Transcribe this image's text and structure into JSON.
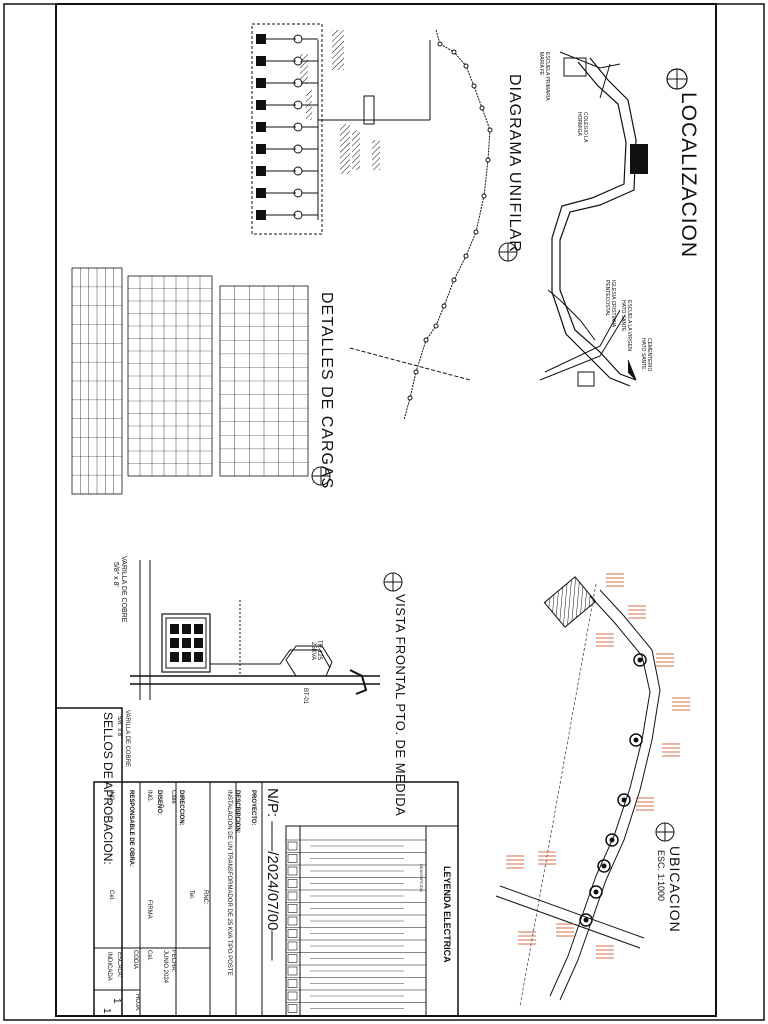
{
  "sections": {
    "localizacion": "LOCALIZACION",
    "diagrama_unifilar": "DIAGRAMA UNIFILAR",
    "detalles_cargas": "DETALLES DE CARGAS",
    "vista_frontal": "VISTA FRONTAL PTO. DE MEDIDA",
    "ubicacion": "UBICACION",
    "ubicacion_escala": "ESC. 1:1000",
    "sellos": "SELLOS DE APROBACION:"
  },
  "map_labels": {
    "cementerio": "CEMENTERIO",
    "cementerio_sub": "HATO SANTE",
    "escuela": "ESCUELA LA VIRGEN",
    "escuela_sub": "HATO SANTE",
    "iglesia": "IGLESIA CRISTIANA",
    "iglesia_sub": "PENTECOSTAL",
    "colegio": "COLEGIO LA",
    "colegio_sub": "HORMIGA",
    "escuela_primaria": "ESCUELA PRIMARIA",
    "escuela_primaria_sub": "MARIA FE"
  },
  "medida_labels": {
    "varilla_top": "VARILLA DE COBRE",
    "varilla_top_sub": "5/8\" x 8'",
    "varilla_bottom": "VARILLA DE COBRE",
    "varilla_bottom_sub": "5/8\" x 8'",
    "tr": "TR-125",
    "tr_sub": "25KVA",
    "bt": "BT-01"
  },
  "legend": {
    "title": "LEYENDA ELECTRICA",
    "header": "DESCRIPCION"
  },
  "title_block": {
    "np_label": "N/P:",
    "np_value": "2024/07/00",
    "proyecto_label": "PROYECTO:",
    "descripcion_label": "DESCRIPCION:",
    "descripcion_value": "INSTALACION DE UN TRANSFORMADOR DE 25 KVA TIPO POSTE",
    "direccion_label": "DIRECCION:",
    "direccion_value": "Calle",
    "rnc_label": "RNC:",
    "tel_label": "Tel.",
    "diseno_label": "DISEÑO:",
    "ing_label": "ING.",
    "firma_label": "FIRMA",
    "fecha_label": "FECHA:",
    "fecha_value": "JUNIO 2024",
    "cel_label": "Cel.",
    "codia_label": "CODIA",
    "responsable_label": "RESPONSABLE DE OBRA:",
    "ing2_label": "ING.",
    "cel2_label": "Cel.",
    "escala_label": "ESCALA:",
    "escala_value": "INDICADA",
    "hoja_label": "HOJA:",
    "hoja_value": "1",
    "hoja_total": "1"
  }
}
